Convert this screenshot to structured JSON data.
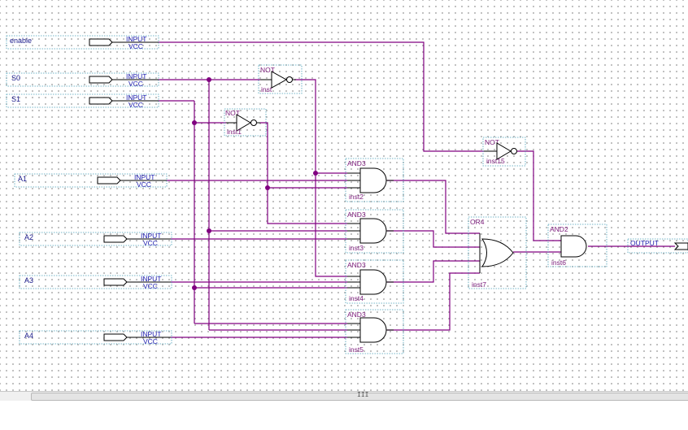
{
  "inputs": [
    {
      "name": "enable",
      "type": "INPUT",
      "vcc": "VCC"
    },
    {
      "name": "S0",
      "type": "INPUT",
      "vcc": "VCC"
    },
    {
      "name": "S1",
      "type": "INPUT",
      "vcc": "VCC"
    },
    {
      "name": "A1",
      "type": "INPUT",
      "vcc": "VCC"
    },
    {
      "name": "A2",
      "type": "INPUT",
      "vcc": "VCC"
    },
    {
      "name": "A3",
      "type": "INPUT",
      "vcc": "VCC"
    },
    {
      "name": "A4",
      "type": "INPUT",
      "vcc": "VCC"
    }
  ],
  "gates": {
    "not1": {
      "type": "NOT",
      "inst": "inst"
    },
    "not2": {
      "type": "NOT",
      "inst": "inst1"
    },
    "not3": {
      "type": "NOT",
      "inst": "inst15"
    },
    "and1": {
      "type": "AND3",
      "inst": "inst2"
    },
    "and2": {
      "type": "AND3",
      "inst": "inst3"
    },
    "and3": {
      "type": "AND3",
      "inst": "inst4"
    },
    "and4": {
      "type": "AND3",
      "inst": "inst5"
    },
    "or4": {
      "type": "OR4",
      "inst": "inst7"
    },
    "and5": {
      "type": "AND2",
      "inst": "inst6"
    }
  },
  "output": {
    "type": "OUTPUT"
  },
  "scrollbar": {
    "grip": "III"
  }
}
